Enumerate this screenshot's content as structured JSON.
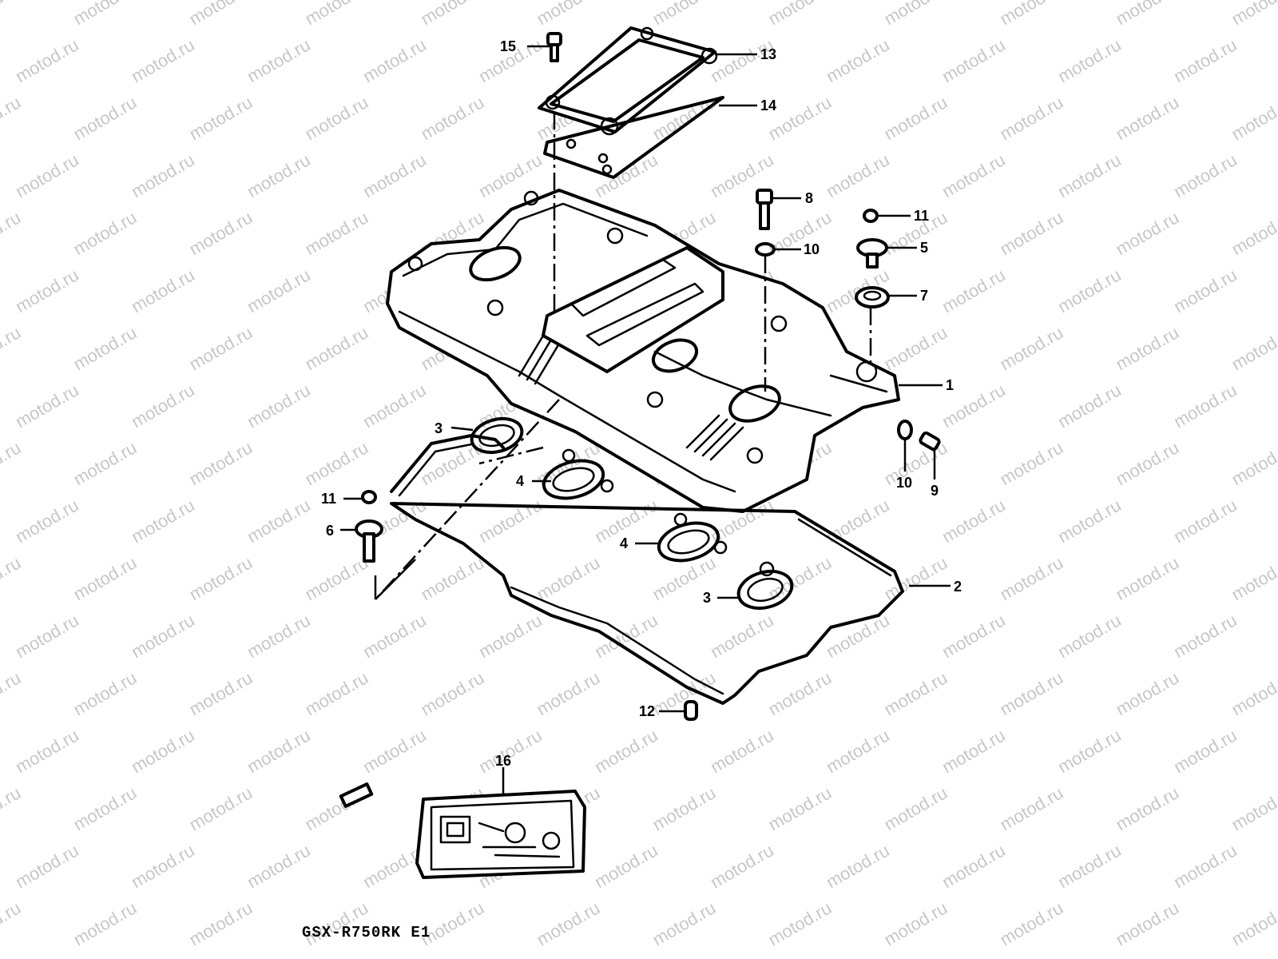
{
  "watermark": "motod.ru",
  "model_label": "GSX-R750RK E1",
  "callouts": [
    {
      "id": "c15",
      "label": "15"
    },
    {
      "id": "c13",
      "label": "13"
    },
    {
      "id": "c14",
      "label": "14"
    },
    {
      "id": "c8",
      "label": "8"
    },
    {
      "id": "c10a",
      "label": "10"
    },
    {
      "id": "c11a",
      "label": "11"
    },
    {
      "id": "c5",
      "label": "5"
    },
    {
      "id": "c7",
      "label": "7"
    },
    {
      "id": "c1",
      "label": "1"
    },
    {
      "id": "c10b",
      "label": "10"
    },
    {
      "id": "c9",
      "label": "9"
    },
    {
      "id": "c3a",
      "label": "3"
    },
    {
      "id": "c4a",
      "label": "4"
    },
    {
      "id": "c11b",
      "label": "11"
    },
    {
      "id": "c6",
      "label": "6"
    },
    {
      "id": "c4b",
      "label": "4"
    },
    {
      "id": "c2",
      "label": "2"
    },
    {
      "id": "c3b",
      "label": "3"
    },
    {
      "id": "c12",
      "label": "12"
    },
    {
      "id": "c16",
      "label": "16"
    }
  ]
}
